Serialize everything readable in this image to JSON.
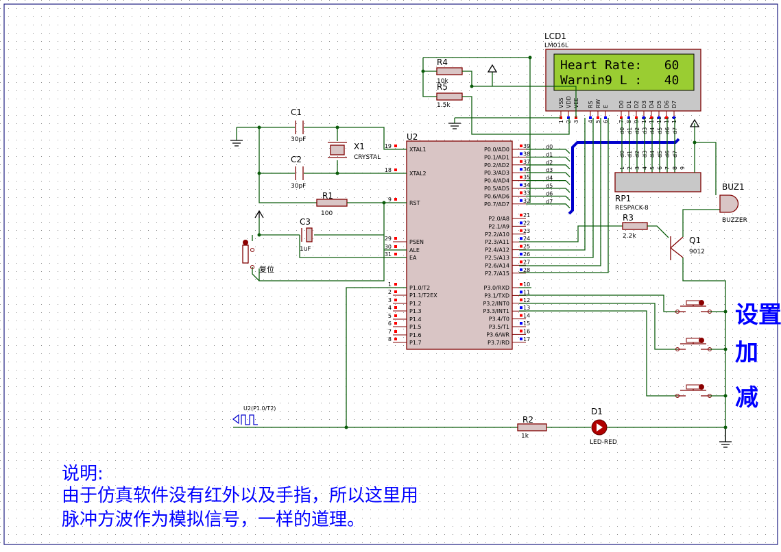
{
  "components": {
    "lcd": {
      "ref": "LCD1",
      "part": "LM016L",
      "line1": "Heart Rate:   60",
      "line2": "Warnin9 L :   40",
      "pins": [
        "VSS",
        "VDD",
        "VEE",
        "RS",
        "RW",
        "E",
        "D0",
        "D1",
        "D2",
        "D3",
        "D4",
        "D5",
        "D6",
        "D7"
      ],
      "pin_nums": [
        "1",
        "2",
        "3",
        "4",
        "5",
        "6",
        "7",
        "8",
        "9",
        "10",
        "11",
        "12",
        "13",
        "14"
      ]
    },
    "mcu": {
      "ref": "U2",
      "left_pins": [
        {
          "num": "19",
          "name": "XTAL1"
        },
        {
          "num": "18",
          "name": "XTAL2"
        },
        {
          "num": "9",
          "name": "RST"
        },
        {
          "num": "29",
          "name": "PSEN"
        },
        {
          "num": "30",
          "name": "ALE"
        },
        {
          "num": "31",
          "name": "EA"
        },
        {
          "num": "1",
          "name": "P1.0/T2"
        },
        {
          "num": "2",
          "name": "P1.1/T2EX"
        },
        {
          "num": "3",
          "name": "P1.2"
        },
        {
          "num": "4",
          "name": "P1.3"
        },
        {
          "num": "5",
          "name": "P1.4"
        },
        {
          "num": "6",
          "name": "P1.5"
        },
        {
          "num": "7",
          "name": "P1.6"
        },
        {
          "num": "8",
          "name": "P1.7"
        }
      ],
      "right_pins": [
        {
          "num": "39",
          "name": "P0.0/AD0"
        },
        {
          "num": "38",
          "name": "P0.1/AD1"
        },
        {
          "num": "37",
          "name": "P0.2/AD2"
        },
        {
          "num": "36",
          "name": "P0.3/AD3"
        },
        {
          "num": "35",
          "name": "P0.4/AD4"
        },
        {
          "num": "34",
          "name": "P0.5/AD5"
        },
        {
          "num": "33",
          "name": "P0.6/AD6"
        },
        {
          "num": "32",
          "name": "P0.7/AD7"
        },
        {
          "num": "21",
          "name": "P2.0/A8"
        },
        {
          "num": "22",
          "name": "P2.1/A9"
        },
        {
          "num": "23",
          "name": "P2.2/A10"
        },
        {
          "num": "24",
          "name": "P2.3/A11"
        },
        {
          "num": "25",
          "name": "P2.4/A12"
        },
        {
          "num": "26",
          "name": "P2.5/A13"
        },
        {
          "num": "27",
          "name": "P2.6/A14"
        },
        {
          "num": "28",
          "name": "P2.7/A15"
        },
        {
          "num": "10",
          "name": "P3.0/RXD"
        },
        {
          "num": "11",
          "name": "P3.1/TXD"
        },
        {
          "num": "12",
          "name": "P3.2/INT0"
        },
        {
          "num": "13",
          "name": "P3.3/INT1"
        },
        {
          "num": "14",
          "name": "P3.4/T0"
        },
        {
          "num": "15",
          "name": "P3.5/T1"
        },
        {
          "num": "16",
          "name": "P3.6/WR"
        },
        {
          "num": "17",
          "name": "P3.7/RD"
        }
      ],
      "bus_labels": [
        "d0",
        "d1",
        "d2",
        "d3",
        "d4",
        "d5",
        "d6",
        "d7"
      ]
    },
    "c1": {
      "ref": "C1",
      "value": "30pF"
    },
    "c2": {
      "ref": "C2",
      "value": "30pF"
    },
    "c3": {
      "ref": "C3",
      "value": "1uF"
    },
    "x1": {
      "ref": "X1",
      "value": "CRYSTAL"
    },
    "r1": {
      "ref": "R1",
      "value": "100"
    },
    "r2": {
      "ref": "R2",
      "value": "1k"
    },
    "r3": {
      "ref": "R3",
      "value": "2.2k"
    },
    "r4": {
      "ref": "R4",
      "value": "10k"
    },
    "r5": {
      "ref": "R5",
      "value": "1.5k"
    },
    "rp1": {
      "ref": "RP1",
      "value": "RESPACK-8",
      "pin_nums": [
        "1",
        "2",
        "3",
        "4",
        "5",
        "6",
        "7",
        "8",
        "9"
      ],
      "bus_labels": [
        "d0",
        "d1",
        "d2",
        "d3",
        "d4",
        "d5",
        "d6",
        "d7"
      ]
    },
    "q1": {
      "ref": "Q1",
      "value": "9012"
    },
    "buz1": {
      "ref": "BUZ1",
      "value": "BUZZER"
    },
    "d1": {
      "ref": "D1",
      "value": "LED-RED"
    },
    "reset": {
      "label": "复位"
    },
    "generator": {
      "label": "U2(P1.0/T2)"
    }
  },
  "key_labels": {
    "set": "设置",
    "add": "加",
    "sub": "减"
  },
  "note": {
    "title": "说明:",
    "line1": "由于仿真软件没有红外以及手指，所以这里用",
    "line2": "脉冲方波作为模拟信号，一样的道理。"
  }
}
